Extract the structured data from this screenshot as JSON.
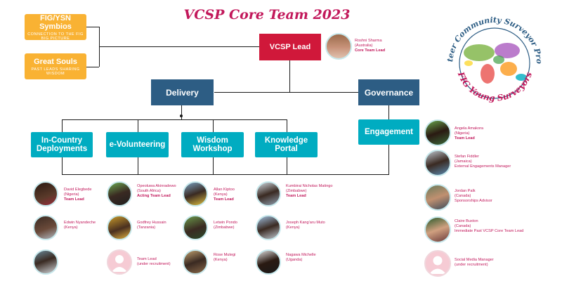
{
  "title": "VCSP Core Team 2023",
  "side_boxes": {
    "symbios": {
      "title": "FIG/YSN Symbios",
      "subtitle": "CONNECTION TO THE FIG BIG PICTURE"
    },
    "great_souls": {
      "title": "Great Souls",
      "subtitle": "PAST LEADS SHARING WISDOM"
    }
  },
  "lead": {
    "label": "VCSP Lead",
    "person": {
      "name": "Roshni Sharma",
      "loc": "(Australia)",
      "role": "Core Team Lead"
    }
  },
  "branches": {
    "delivery": "Delivery",
    "governance": "Governance"
  },
  "teams": {
    "in_country": "In-Country Deployments",
    "e_volunteering": "e-Volunteering",
    "wisdom": "Wisdom Workshop",
    "knowledge": "Knowledge Portal",
    "engagement": "Engagement"
  },
  "logo": {
    "top_text": "Volunteer Community Surveyor Program",
    "bottom_text": "FIG Young Surveyors"
  },
  "members": {
    "in_country": [
      {
        "name": "David Elegbede",
        "loc": "(Nigeria)",
        "role": "Team Lead"
      },
      {
        "name": "Edwin Nyandeche",
        "loc": "(Kenya)",
        "role": ""
      },
      {
        "name": "",
        "loc": "",
        "role": ""
      }
    ],
    "e_volunteering": [
      {
        "name": "Opeoluwa Akinradewo",
        "loc": "(South Africa)",
        "role": "Acting Team Lead"
      },
      {
        "name": "Godfrey Hussain",
        "loc": "(Tanzania)",
        "role": ""
      },
      {
        "name": "Team Lead",
        "loc": "(under recruitment)",
        "role": ""
      }
    ],
    "wisdom": [
      {
        "name": "Allan Kiptoo",
        "loc": "(Kenya)",
        "role": "Team Lead"
      },
      {
        "name": "Letwin Pondo",
        "loc": "(Zimbabwe)",
        "role": ""
      },
      {
        "name": "Rose Mutegi",
        "loc": "(Kenya)",
        "role": ""
      }
    ],
    "knowledge": [
      {
        "name": "Kumbirai Nicholas Matingo",
        "loc": "(Zimbabwe)",
        "role": "Team Lead"
      },
      {
        "name": "Joseph Kang'aru Muto",
        "loc": "(Kenya)",
        "role": ""
      },
      {
        "name": "Nagawa Michelle",
        "loc": "(Uganda)",
        "role": ""
      }
    ],
    "engagement": [
      {
        "name": "Angela Amakora",
        "loc": "(Nigeria)",
        "role": "Team Lead"
      },
      {
        "name": "Stefan Fiddler",
        "loc": "(Jamaica)",
        "role": "External Engagements Manager"
      },
      {
        "name": "Jordan Palk",
        "loc": "(Canada)",
        "role": "Sponsorships Advisor"
      },
      {
        "name": "Claire Buxton",
        "loc": "(Canada)",
        "role": "Immediate Past VCSP Core Team Lead"
      },
      {
        "name": "Social Media Manager",
        "loc": "(under recruitment)",
        "role": ""
      }
    ]
  },
  "colors": {
    "red": "#d0183a",
    "navy": "#2d5d84",
    "teal": "#00acc1",
    "orange": "#f9b233",
    "text": "#c2185b"
  }
}
